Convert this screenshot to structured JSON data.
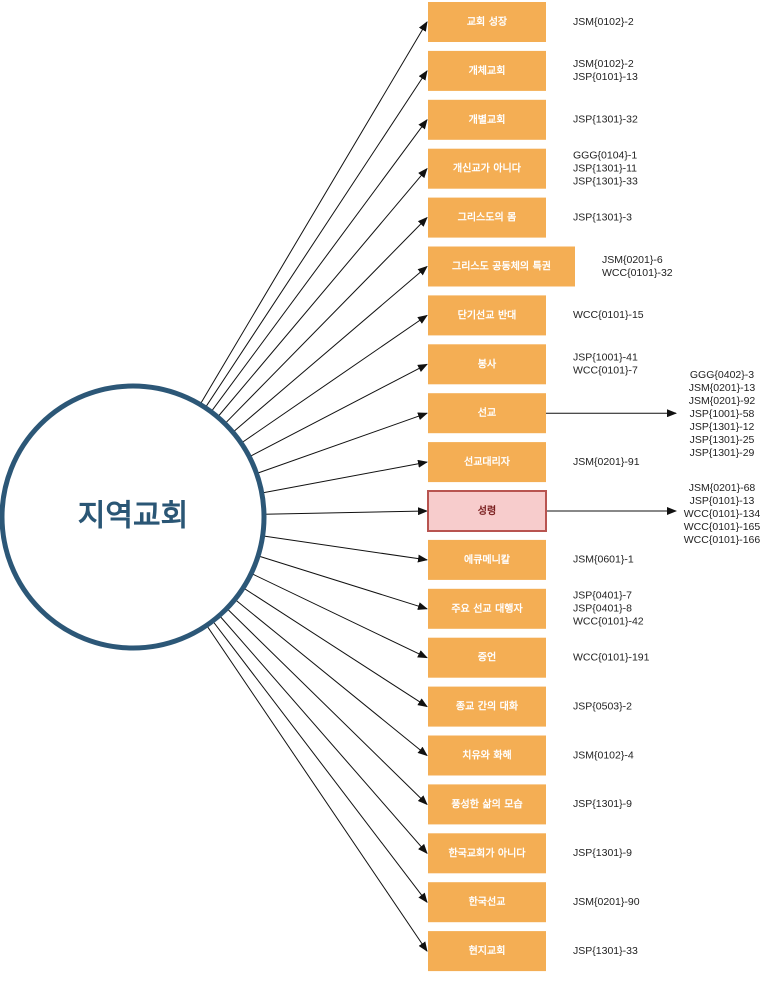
{
  "hub": {
    "label": "지역교회"
  },
  "colors": {
    "hub_stroke": "#2c5777",
    "node_fill": "#f4ae54",
    "node_highlight_fill": "#f7cccc",
    "node_highlight_stroke": "#b85450",
    "edge": "#111111"
  },
  "nodes": [
    {
      "label": "교회 성장",
      "refs": [
        "JSM{0102}-2"
      ]
    },
    {
      "label": "개체교회",
      "refs": [
        "JSM{0102}-2",
        "JSP{0101}-13"
      ]
    },
    {
      "label": "개별교회",
      "refs": [
        "JSP{1301}-32"
      ]
    },
    {
      "label": "개신교가 아니다",
      "refs": [
        "GGG{0104}-1",
        "JSP{1301}-11",
        "JSP{1301}-33"
      ]
    },
    {
      "label": "그리스도의 몸",
      "refs": [
        "JSP{1301}-3"
      ]
    },
    {
      "label": "그리스도 공동체의 특권",
      "refs": [
        "JSM{0201}-6",
        "WCC{0101}-32"
      ]
    },
    {
      "label": "단기선교 반대",
      "refs": [
        "WCC{0101}-15"
      ]
    },
    {
      "label": "봉사",
      "refs": [
        "JSP{1001}-41",
        "WCC{0101}-7"
      ]
    },
    {
      "label": "선교",
      "refs": [
        "GGG{0402}-3",
        "JSM{0201}-13",
        "JSM{0201}-92",
        "JSP{1001}-58",
        "JSP{1301}-12",
        "JSP{1301}-25",
        "JSP{1301}-29"
      ]
    },
    {
      "label": "선교대리자",
      "refs": [
        "JSM{0201}-91"
      ]
    },
    {
      "label": "성령",
      "highlight": true,
      "refs": [
        "JSM{0201}-68",
        "JSP{0101}-13",
        "WCC{0101}-134",
        "WCC{0101}-165",
        "WCC{0101}-166"
      ]
    },
    {
      "label": "에큐메니칼",
      "refs": [
        "JSM{0601}-1"
      ]
    },
    {
      "label": "주요 선교 대행자",
      "refs": [
        "JSP{0401}-7",
        "JSP{0401}-8",
        "WCC{0101}-42"
      ]
    },
    {
      "label": "증언",
      "refs": [
        "WCC{0101}-191"
      ]
    },
    {
      "label": "종교 간의 대화",
      "refs": [
        "JSP{0503}-2"
      ]
    },
    {
      "label": "치유와 화해",
      "refs": [
        "JSM{0102}-4"
      ]
    },
    {
      "label": "풍성한 삶의 모습",
      "refs": [
        "JSP{1301}-9"
      ]
    },
    {
      "label": "한국교회가 아니다",
      "refs": [
        "JSP{1301}-9"
      ]
    },
    {
      "label": "한국선교",
      "refs": [
        "JSM{0201}-90"
      ]
    },
    {
      "label": "현지교회",
      "refs": [
        "JSP{1301}-33"
      ]
    }
  ]
}
